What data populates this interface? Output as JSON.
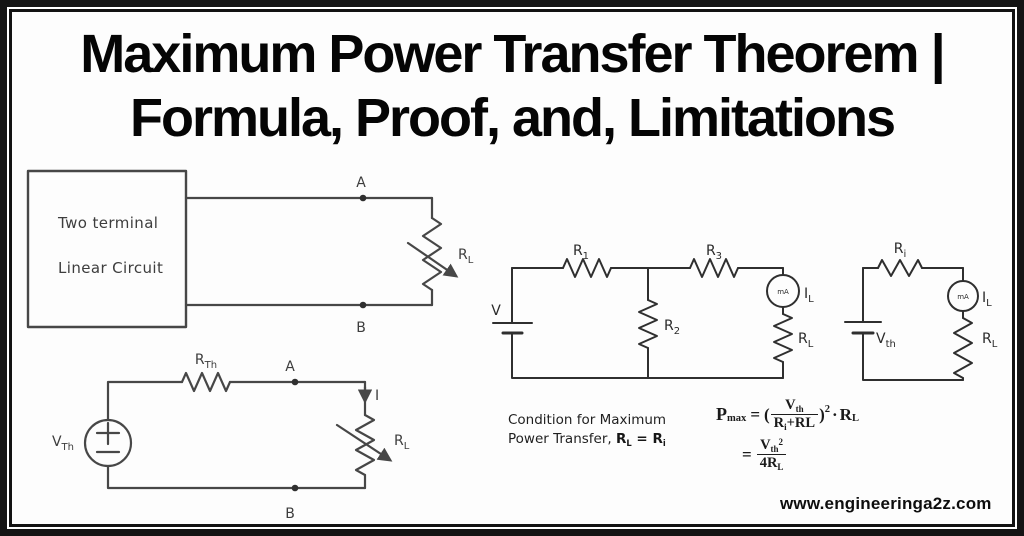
{
  "colors": {
    "frame": "#141414",
    "paper": "#fdfdfd",
    "ink": "#050505",
    "circuit_gray": "#474747"
  },
  "title": {
    "line1": "Maximum Power Transfer Theorem |",
    "line2": "Formula, Proof, and, Limitations"
  },
  "source_circuit": {
    "box_line1": "Two terminal",
    "box_line2": "Linear Circuit",
    "terminal_a": "A",
    "terminal_b": "B",
    "load": {
      "base": "R",
      "sub": "L"
    }
  },
  "thevenin_circuit": {
    "r_th": {
      "base": "R",
      "sub": "Th"
    },
    "v_th": {
      "base": "V",
      "sub": "Th"
    },
    "terminal_a": "A",
    "terminal_b": "B",
    "current": "I",
    "load": {
      "base": "R",
      "sub": "L"
    }
  },
  "network_circuit": {
    "source": "V",
    "r1": {
      "base": "R",
      "sub": "1"
    },
    "r2": {
      "base": "R",
      "sub": "2"
    },
    "r3": {
      "base": "R",
      "sub": "3"
    },
    "meter": "mA",
    "current": {
      "base": "I",
      "sub": "L"
    },
    "load": {
      "base": "R",
      "sub": "L"
    }
  },
  "equivalent_circuit": {
    "r_i": {
      "base": "R",
      "sub": "i"
    },
    "v_th": {
      "base": "V",
      "sub": "th"
    },
    "meter": "mA",
    "current": {
      "base": "I",
      "sub": "L"
    },
    "load": {
      "base": "R",
      "sub": "L"
    }
  },
  "condition": {
    "line1": "Condition for Maximum",
    "line2_prefix": "Power Transfer,",
    "rl": {
      "base": "R",
      "sub": "L"
    },
    "equals": "=",
    "ri": {
      "base": "R",
      "sub": "i"
    }
  },
  "formula": {
    "p": "P",
    "p_sub": "max",
    "equals": "=",
    "lparen": "(",
    "frac1_num": {
      "base": "V",
      "sub": "th"
    },
    "frac1_den": {
      "base": "R",
      "sub": "i",
      "rest": "+RL"
    },
    "rparen": ")",
    "exponent": "2",
    "times": "·",
    "rl": {
      "base": "R",
      "sub": "L"
    },
    "equals2": "=",
    "frac2_num": {
      "base": "V",
      "sub": "th",
      "sup": "2"
    },
    "frac2_den": {
      "base": "4R",
      "sub": "L"
    }
  },
  "watermark": "www.engineeringa2z.com"
}
